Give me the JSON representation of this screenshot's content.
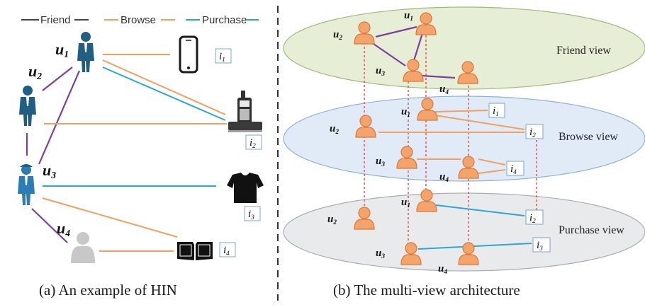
{
  "legend": {
    "friend": "Friend",
    "browse": "Browse",
    "purchase": "Purchase"
  },
  "colors": {
    "friend": "#7b3fa0",
    "browse": "#f0a060",
    "purchase": "#29a8d8",
    "user_a": "#1f5f86",
    "user_b_fill": "#f4a46a",
    "user_b_stroke": "#d9783a",
    "inactive_user": "#c8c8c8",
    "item_dark": "#1a1a1a",
    "friend_view_bg": "#e6efd6",
    "browse_view_bg": "#e0ebf7",
    "purchase_view_bg": "#e9eaec",
    "view_link": "#e04040"
  },
  "users": {
    "u1": "u1",
    "u2": "u2",
    "u3": "u3",
    "u4": "u4"
  },
  "items": {
    "i1": "i1",
    "i2": "i2",
    "i3": "i3",
    "i4": "i4"
  },
  "item_icons": {
    "i1": "smartphone-icon",
    "i2": "cordless-phone-icon",
    "i3": "tshirt-icon",
    "i4": "book-icon"
  },
  "views": {
    "friend": "Friend view",
    "browse": "Browse view",
    "purchase": "Purchase view"
  },
  "captions": {
    "left": "(a) An example of HIN",
    "right": "(b)  The multi-view architecture"
  }
}
